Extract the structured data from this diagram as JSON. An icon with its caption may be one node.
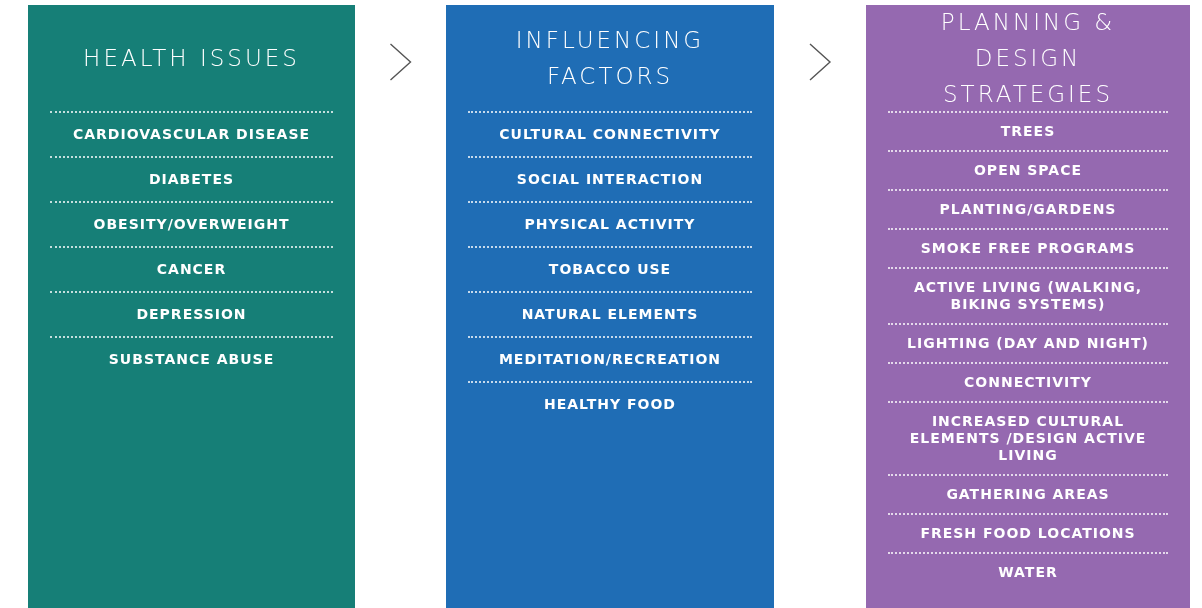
{
  "diagram": {
    "nodes": [
      {
        "text": [
          "HEALTH ISSUES"
        ]
      },
      {
        "text": [
          "CARDIOVASCULAR DISEASE"
        ],
        "in": 0
      },
      {
        "text": [
          "DIABETES"
        ],
        "in": 0
      },
      {
        "text": [
          "OBESITY/OVERWEIGHT"
        ],
        "in": 0
      },
      {
        "text": [
          "CANCER"
        ],
        "in": 0
      },
      {
        "text": [
          "DEPRESSION"
        ],
        "in": 0
      },
      {
        "text": [
          "SUBSTANCE ABUSE"
        ],
        "in": 0
      },
      {
        "text": [
          "INFLUENCING FACTORS"
        ]
      },
      {
        "text": [
          "CULTURAL CONNECTIVITY"
        ],
        "in": 7
      },
      {
        "text": [
          "SOCIAL INTERACTION"
        ],
        "in": 7
      },
      {
        "text": [
          "PHYSICAL ACTIVITY"
        ],
        "in": 7
      },
      {
        "text": [
          "TOBACCO USE"
        ],
        "in": 7
      },
      {
        "text": [
          "NATURAL ELEMENTS"
        ],
        "in": 7
      },
      {
        "text": [
          "MEDITATION/RECREATION"
        ],
        "in": 7
      },
      {
        "text": [
          "HEALTHY FOOD"
        ],
        "in": 7
      },
      {
        "text": [
          "PLANNING & DESIGN STRATEGIES"
        ]
      },
      {
        "text": [
          "TREES"
        ],
        "in": 15
      },
      {
        "text": [
          "OPEN SPACE"
        ],
        "in": 15
      },
      {
        "text": [
          "PLANTING/GARDENS"
        ],
        "in": 15
      },
      {
        "text": [
          "SMOKE FREE PROGRAMS"
        ],
        "in": 15
      },
      {
        "text": [
          "ACTIVE LIVING (WALKING, BIKING SYSTEMS)"
        ],
        "in": 15
      },
      {
        "text": [
          "LIGHTING (DAY AND NIGHT)"
        ],
        "in": 15
      },
      {
        "text": [
          "CONNECTIVITY"
        ],
        "in": 15
      },
      {
        "text": [
          "INCREASED CULTURAL ELEMENTS /DESIGN ACTIVE LIVING"
        ],
        "in": 15
      },
      {
        "text": [
          "GATHERING AREAS"
        ],
        "in": 15
      },
      {
        "text": [
          "FRESH FOOD LOCATIONS"
        ],
        "in": 15
      },
      {
        "text": [
          "WATER"
        ],
        "in": 15
      }
    ],
    "edges": [
      {
        "from": 0,
        "to": 7,
        "arrow": "to"
      },
      {
        "from": 7,
        "to": 15,
        "arrow": "to"
      }
    ]
  }
}
